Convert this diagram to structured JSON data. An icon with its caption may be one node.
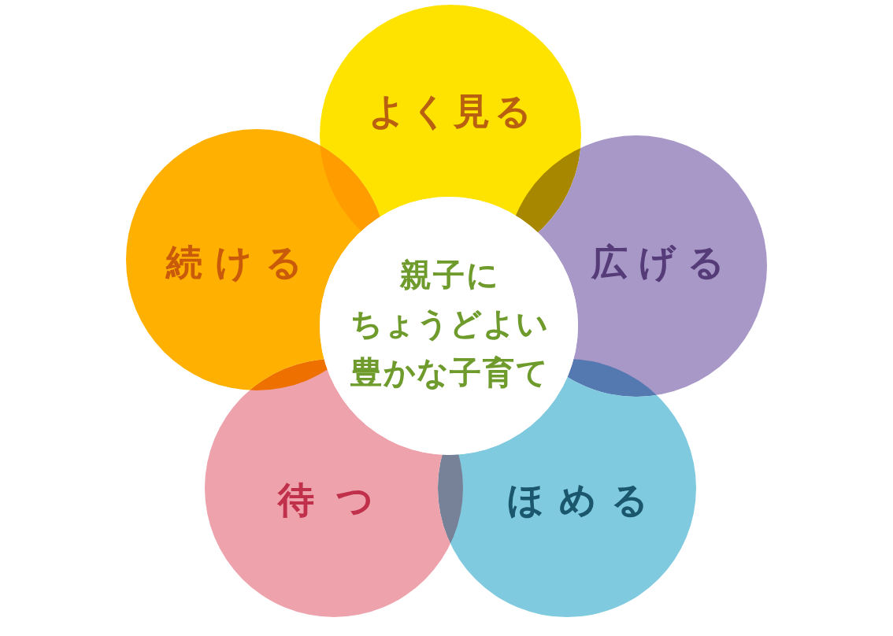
{
  "diagram": {
    "nodes": [
      {
        "text": [
          "親子にちょうどよい豊かな子育て"
        ]
      },
      {
        "text": [
          "よく見る"
        ]
      },
      {
        "text": [
          "広げる"
        ]
      },
      {
        "text": [
          "ほめる"
        ]
      },
      {
        "text": [
          "待つ"
        ]
      },
      {
        "text": [
          "続ける"
        ]
      }
    ]
  }
}
